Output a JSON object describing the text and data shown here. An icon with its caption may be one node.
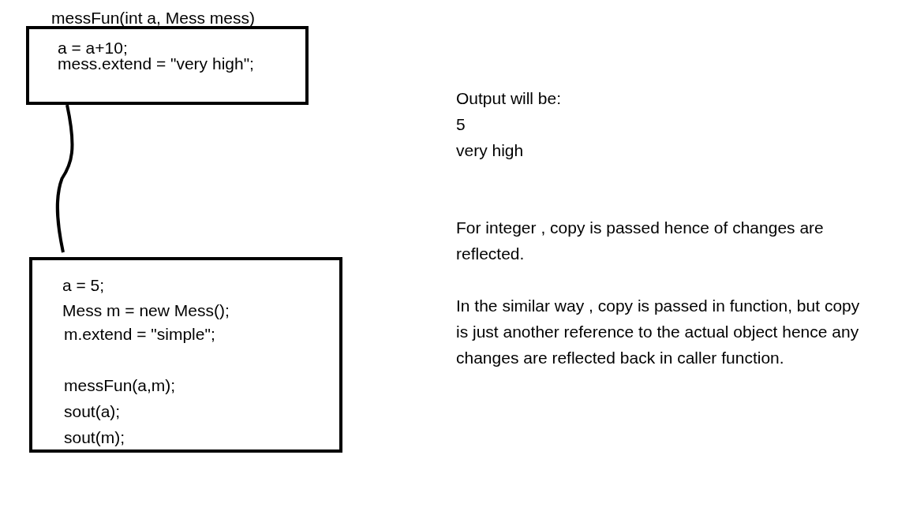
{
  "diagram": {
    "nodes": [
      {
        "text": [
          "messFun(int a, Mess mess)",
          "a = a+10;",
          "mess.extend = \"very high\";"
        ]
      },
      {
        "text": [
          "a = 5;",
          "Mess m = new Mess();",
          "m.extend = \"simple\";",
          "messFun(a,m);",
          "sout(a);",
          "sout(m);"
        ]
      }
    ],
    "edges": [
      {
        "from": 0,
        "to": 1,
        "arrow": "none"
      }
    ],
    "labels": [
      "Output will be:",
      "5",
      "very high",
      "For integer , copy is passed hence of changes are reflected.",
      "In the similar way , copy is passed in function, but copy is just another reference to the actual object hence any changes are reflected back in caller function."
    ]
  }
}
